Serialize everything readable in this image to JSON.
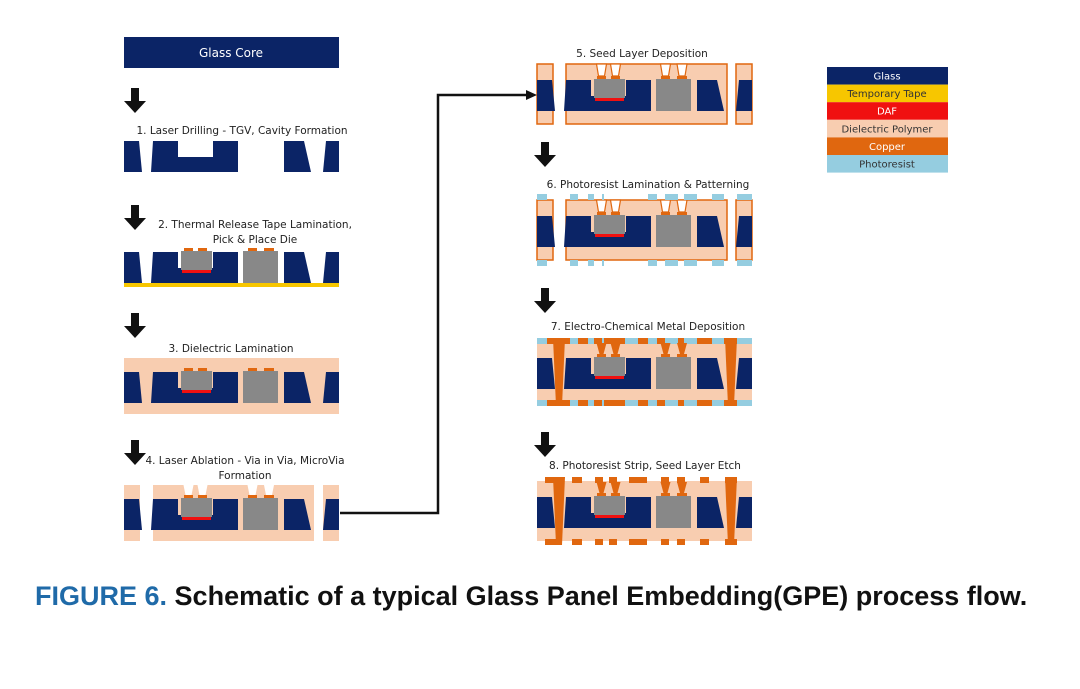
{
  "diagram": {
    "start_label": "Glass Core",
    "steps": [
      {
        "id": 1,
        "lines": [
          "1. Laser Drilling - TGV, Cavity Formation"
        ]
      },
      {
        "id": 2,
        "lines": [
          "2. Thermal Release Tape Lamination,",
          "Pick & Place Die"
        ]
      },
      {
        "id": 3,
        "lines": [
          "3. Dielectric Lamination"
        ]
      },
      {
        "id": 4,
        "lines": [
          "4. Laser Ablation - Via in Via, MicroVia",
          "Formation"
        ]
      },
      {
        "id": 5,
        "lines": [
          "5. Seed Layer Deposition"
        ]
      },
      {
        "id": 6,
        "lines": [
          "6. Photoresist Lamination & Patterning"
        ]
      },
      {
        "id": 7,
        "lines": [
          "7. Electro-Chemical Metal Deposition"
        ]
      },
      {
        "id": 8,
        "lines": [
          "8. Photoresist Strip, Seed Layer Etch"
        ]
      }
    ],
    "legend": [
      {
        "label": "Glass",
        "color": "#0b2466",
        "text_color": "#ffffff"
      },
      {
        "label": "Temporary Tape",
        "color": "#f7c600",
        "text_color": "#333333"
      },
      {
        "label": "DAF",
        "color": "#f01010",
        "text_color": "#ffffff"
      },
      {
        "label": "Dielectric Polymer",
        "color": "#f8cdb0",
        "text_color": "#333333"
      },
      {
        "label": "Copper",
        "color": "#e0670f",
        "text_color": "#ffffff"
      },
      {
        "label": "Photoresist",
        "color": "#95cde0",
        "text_color": "#333333"
      }
    ],
    "colors": {
      "die": "#888888",
      "arrow": "#111111"
    }
  },
  "caption": {
    "figure_label": "FIGURE 6.",
    "text": "Schematic of a typical Glass Panel Embedding(GPE) process flow."
  }
}
